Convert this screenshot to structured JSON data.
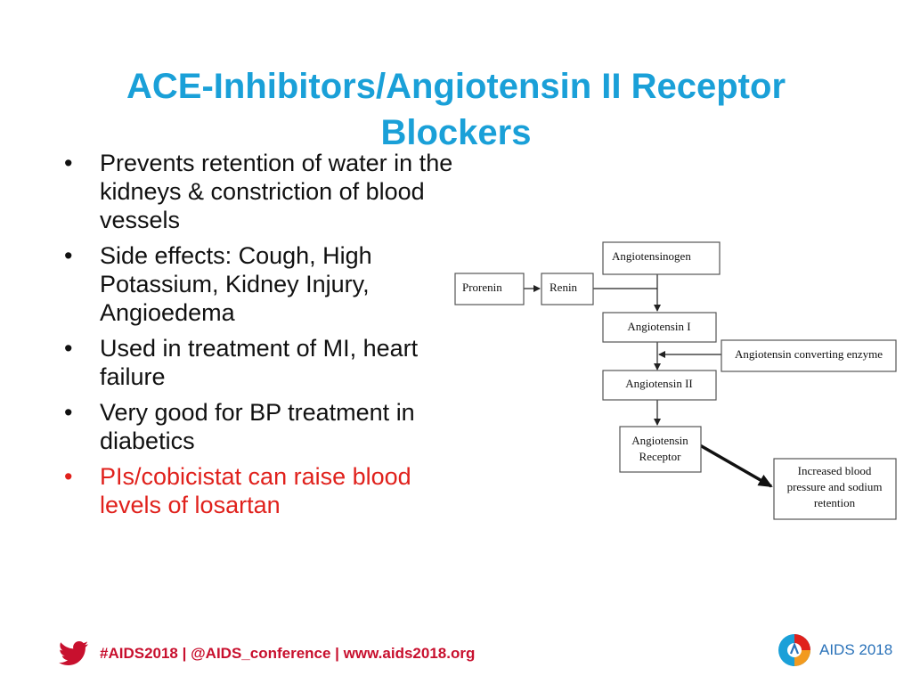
{
  "title": {
    "line1": "ACE-Inhibitors/Angiotensin II Receptor",
    "line2": "Blockers"
  },
  "bullets": [
    {
      "text": "Prevents retention of water in the kidneys & constriction of blood vessels"
    },
    {
      "text": "Side effects: Cough, High Potassium, Kidney Injury, Angioedema"
    },
    {
      "text": "Used in treatment of MI, heart failure"
    },
    {
      "text": "Very good for BP treatment in diabetics"
    },
    {
      "text": "PIs/cobicistat can raise blood levels of losartan"
    }
  ],
  "bullet_symbol": "•",
  "diagram": {
    "angiotensinogen": "Angiotensinogen",
    "prorenin": "Prorenin",
    "renin": "Renin",
    "angiotensin1": "Angiotensin I",
    "ace": "Angiotensin converting enzyme",
    "angiotensin2": "Angiotensin II",
    "receptor_line1": "Angiotensin",
    "receptor_line2": "Receptor",
    "outcome_line1": "Increased blood",
    "outcome_line2": "pressure and sodium",
    "outcome_line3": "retention"
  },
  "footer": {
    "text": "#AIDS2018 | @AIDS_conference | www.aids2018.org"
  },
  "logo": {
    "text": "AIDS 2018"
  },
  "colors": {
    "title": "#1aa0d8",
    "highlight": "#e0211c",
    "footer": "#c8102e",
    "logo": "#2a72b9"
  },
  "icons": {
    "footer": "twitter-bird-icon",
    "logo": "aids2018-logo-icon"
  }
}
